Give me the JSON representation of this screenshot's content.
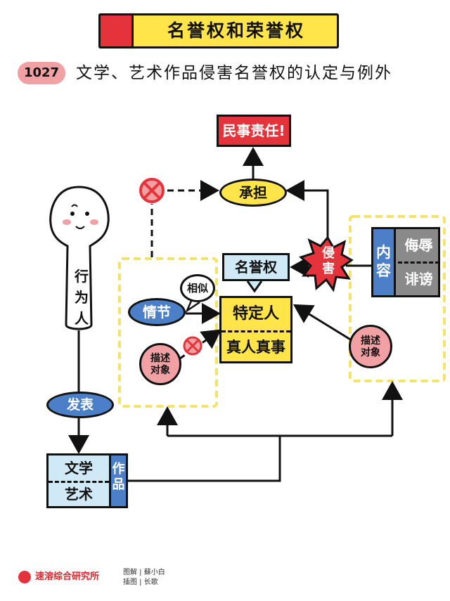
{
  "header": {
    "title": "名誉权和荣誉权"
  },
  "subheader": {
    "number": "1027",
    "text": "文学、艺术作品侵害名誉权的认定与例外"
  },
  "nodes": {
    "civil_liability": "民事责任!",
    "bear": "承担",
    "reputation": "名誉权",
    "infringe": "侵\n害",
    "content": "内容",
    "insult": "侮辱",
    "defame": "诽谤",
    "specific_person": "特定人",
    "real_person": "真人真事",
    "plot": "情节",
    "similar": "相似",
    "describe_object_left": "描述\n对象",
    "describe_object_right": "描述\n对象",
    "actor": "行为人",
    "publish": "发表",
    "literature": "文学",
    "art": "艺术",
    "works": "作品"
  },
  "footer": {
    "org": "速溶综合研究所",
    "credit_illustration": "图解 | 蘇小白",
    "credit_drawing": "插图 | 长歌"
  },
  "colors": {
    "red": "#e5333b",
    "yellow": "#ffe44a",
    "blue": "#4b7fc7",
    "light_blue": "#cfeaf6",
    "pink": "#f1a1a4",
    "gray": "#8a8a8a",
    "dashed_frame": "#f5e26a"
  }
}
